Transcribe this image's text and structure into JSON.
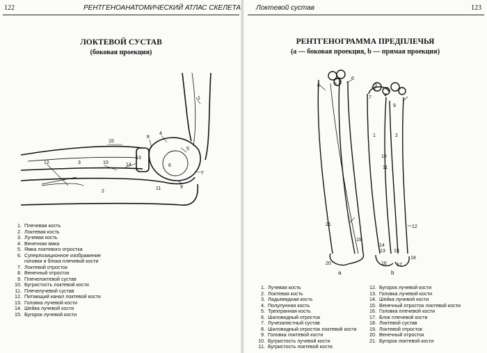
{
  "left_page": {
    "page_number": "122",
    "running_header": "РЕНТГЕНОАНАТОМИЧЕСКИЙ АТЛАС СКЕЛЕТА",
    "title": "ЛОКТЕВОЙ СУСТАВ",
    "subtitle": "(боковая проекция)",
    "figure_labels": [
      "1",
      "2",
      "3",
      "4",
      "5",
      "6",
      "7",
      "8",
      "9",
      "10",
      "11",
      "12",
      "13",
      "14",
      "15"
    ],
    "legend": [
      {
        "num": "1.",
        "text": "Плечевая кость"
      },
      {
        "num": "2.",
        "text": "Локтевая кость"
      },
      {
        "num": "3.",
        "text": "Лучевая кость"
      },
      {
        "num": "4.",
        "text": "Венечная ямка"
      },
      {
        "num": "5.",
        "text": "Ямка локтевого отростка"
      },
      {
        "num": "6.",
        "text": "Суперпозиционное изображение головки и блока плечевой кости"
      },
      {
        "num": "7.",
        "text": "Локтевой отросток"
      },
      {
        "num": "8.",
        "text": "Венечный отросток"
      },
      {
        "num": "9.",
        "text": "Плечелоктевой сустав"
      },
      {
        "num": "10.",
        "text": "Бугристость локтевой кости"
      },
      {
        "num": "11.",
        "text": "Плечелучевой сустав"
      },
      {
        "num": "12.",
        "text": "Питающий канал локтевой кости"
      },
      {
        "num": "13.",
        "text": "Головка лучевой кости"
      },
      {
        "num": "14.",
        "text": "Шейка лучевой кости"
      },
      {
        "num": "15.",
        "text": "Бугорок лучевой кости"
      }
    ]
  },
  "right_page": {
    "page_number": "123",
    "running_header": "Локтевой сустав",
    "title": "РЕНТГЕНОГРАММА ПРЕДПЛЕЧЬЯ",
    "subtitle": "(а — боковая проекция, b — прямая проекция)",
    "panel_a_label": "a",
    "panel_b_label": "b",
    "legend_col1": [
      {
        "num": "1.",
        "text": "Лучевая кость"
      },
      {
        "num": "2.",
        "text": "Локтевая кость"
      },
      {
        "num": "3.",
        "text": "Ладьевидная кость"
      },
      {
        "num": "4.",
        "text": "Полулунная кость"
      },
      {
        "num": "5.",
        "text": "Трехгранная кость"
      },
      {
        "num": "6.",
        "text": "Шиловидный отросток"
      },
      {
        "num": "7.",
        "text": "Лучезапястный сустав"
      },
      {
        "num": "8.",
        "text": "Шиловидный отросток локтевой кости"
      },
      {
        "num": "9.",
        "text": "Головка локтевой кости"
      },
      {
        "num": "10.",
        "text": "Бугристость лучевой кости"
      },
      {
        "num": "11.",
        "text": "Бугристость локтевой кости"
      }
    ],
    "legend_col2": [
      {
        "num": "12.",
        "text": "Бугорок лучевой кости"
      },
      {
        "num": "13.",
        "text": "Головка лучевой кости"
      },
      {
        "num": "14.",
        "text": "Шейка лучевой кости"
      },
      {
        "num": "15.",
        "text": "Венечный отросток локтевой кости"
      },
      {
        "num": "16.",
        "text": "Головка плечевой кости"
      },
      {
        "num": "17.",
        "text": "Блок плечевой кости"
      },
      {
        "num": "18.",
        "text": "Локтевой сустав"
      },
      {
        "num": "19.",
        "text": "Локтевой отросток"
      },
      {
        "num": "20.",
        "text": "Венечный отросток"
      },
      {
        "num": "21.",
        "text": "Бугорок локтевой кости"
      }
    ],
    "figure_labels": [
      "1",
      "2",
      "3",
      "4",
      "5",
      "6",
      "7",
      "8",
      "9",
      "10",
      "11",
      "12",
      "13",
      "14",
      "15",
      "16",
      "17",
      "18",
      "19",
      "20",
      "21"
    ]
  }
}
